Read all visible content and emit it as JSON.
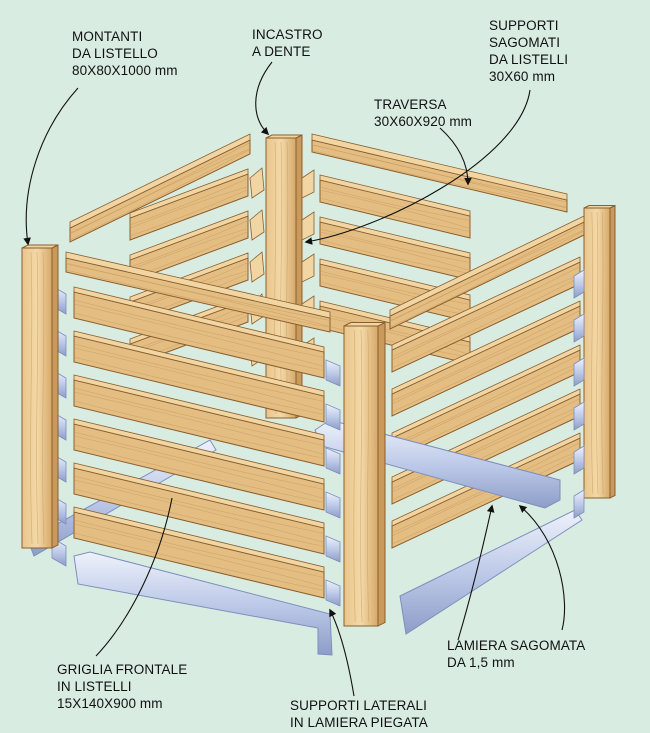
{
  "labels": {
    "montanti": {
      "line1": "MONTANTI",
      "line2": "DA LISTELLO",
      "line3": "80X80X1000 mm"
    },
    "incastro": {
      "line1": "INCASTRO",
      "line2": "A DENTE"
    },
    "supporti_sagomati": {
      "line1": "SUPPORTI",
      "line2": "SAGOMATI",
      "line3": "DA LISTELLI",
      "line4": "30X60 mm"
    },
    "traversa": {
      "line1": "TRAVERSA",
      "line2": "30X60X920 mm"
    },
    "lamiera": {
      "line1": "LAMIERA SAGOMATA",
      "line2": "DA 1,5 mm"
    },
    "griglia": {
      "line1": "GRIGLIA FRONTALE",
      "line2": "IN LISTELLI",
      "line3": "15X140X900 mm"
    },
    "supporti_laterali": {
      "line1": "SUPPORTI LATERALI",
      "line2": "IN LAMIERA PIEGATA"
    }
  },
  "colors": {
    "background": "#d8ece2",
    "wood_light": "#f1d6a4",
    "wood_mid": "#e4bd82",
    "wood_dark": "#c99a5c",
    "wood_edge": "#8a5f2e",
    "metal_light": "#eef2fb",
    "metal_mid": "#b9c6e6",
    "metal_dark": "#7e8fbd"
  }
}
